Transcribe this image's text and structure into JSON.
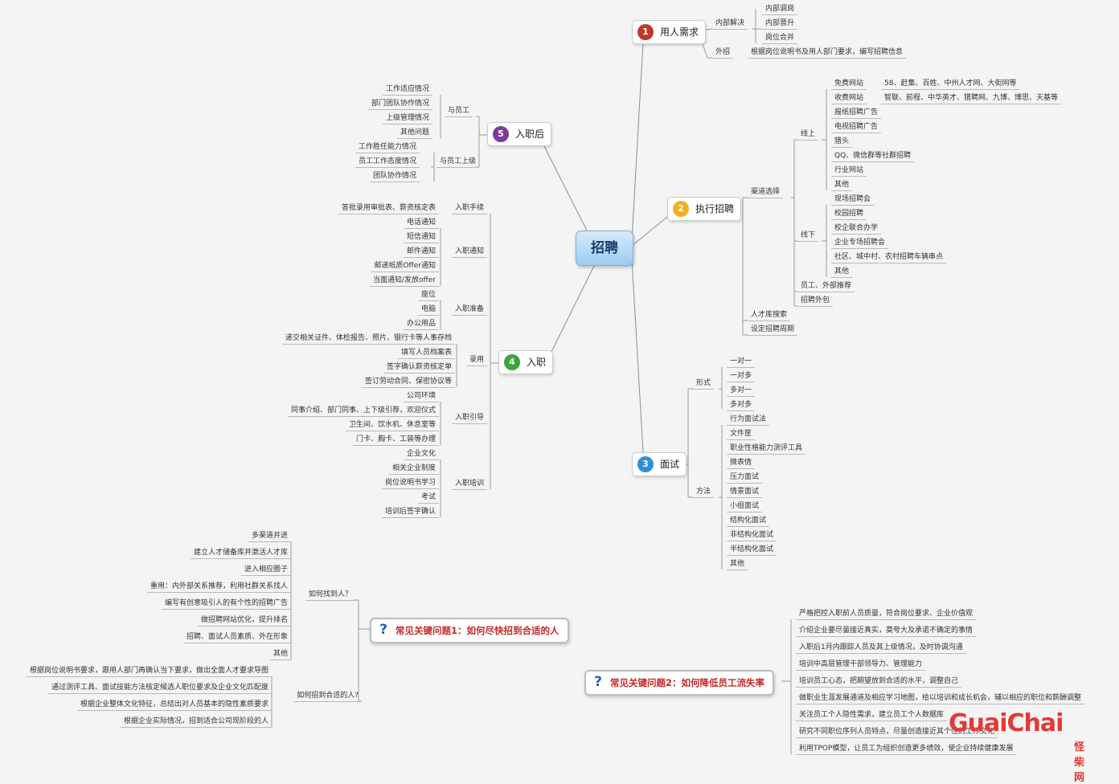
{
  "center": {
    "label": "招聘"
  },
  "branches": [
    {
      "num": "1",
      "label": "用人需求",
      "color": "#c0392b"
    },
    {
      "num": "2",
      "label": "执行招聘",
      "color": "#f2b01e"
    },
    {
      "num": "3",
      "label": "面试",
      "color": "#2f8ed6"
    },
    {
      "num": "4",
      "label": "入职",
      "color": "#3aa53a"
    },
    {
      "num": "5",
      "label": "入职后",
      "color": "#7b3b9e"
    }
  ],
  "need": {
    "internal": "内部解决",
    "internal_items": [
      "内部调岗",
      "内部晋升",
      "岗位合并"
    ],
    "external": "外招",
    "external_note": "根据岗位说明书及用人部门要求，编写招聘信息"
  },
  "execute": {
    "channel": "渠道选择",
    "online": "线上",
    "online_items": [
      {
        "label": "免费网站",
        "note": "58、赶集、百姓、中州人才网、大街网等"
      },
      {
        "label": "收费网站",
        "note": "智联、前程、中华英才、猎聘网、九博、博思、天基等"
      },
      {
        "label": "报纸招聘广告"
      },
      {
        "label": "电视招聘广告"
      },
      {
        "label": "猎头"
      },
      {
        "label": "QQ、微信群等社群招聘"
      },
      {
        "label": "行业网站"
      },
      {
        "label": "其他"
      }
    ],
    "offline": "线下",
    "offline_items": [
      "现场招聘会",
      "校园招聘",
      "校企联合办学",
      "企业专场招聘会",
      "社区、城中村、农村招聘车辆串点",
      "其他"
    ],
    "referral": "员工、外部推荐",
    "outsourcing": "招聘外包",
    "talent_search": "人才库搜索",
    "cycle": "设定招聘周期"
  },
  "interview": {
    "form": "形式",
    "form_items": [
      "一对一",
      "一对多",
      "多对一",
      "多对多"
    ],
    "method": "方法",
    "method_items": [
      "行为面试法",
      "文件筐",
      "职业性格能力测评工具",
      "微表情",
      "压力面试",
      "情景面试",
      "小组面试",
      "结构化面试",
      "非结构化面试",
      "半结构化面试",
      "其他"
    ]
  },
  "onboard": {
    "groups": [
      {
        "label": "入职手续",
        "items": [
          "答批录用审批表、薪资核定表"
        ]
      },
      {
        "label": "入职通知",
        "items": [
          "电话通知",
          "短信通知",
          "邮件通知",
          "邮递纸质Offer通知",
          "当面通知/发放offer"
        ]
      },
      {
        "label": "入职准备",
        "items": [
          "座位",
          "电脑",
          "办公用品"
        ]
      },
      {
        "label": "录用",
        "items": [
          "递交相关证件、体检报告、照片、银行卡等人事存档",
          "填写人员档案表",
          "签字确认薪资核定单",
          "签订劳动合同、保密协议等"
        ]
      },
      {
        "label": "入职引导",
        "items": [
          "公司环境",
          "同事介绍、部门同事、上下级引荐，欢迎仪式",
          "卫生间、饮水机、休息室等",
          "门卡、胸卡、工装等办理"
        ]
      },
      {
        "label": "入职培训",
        "items": [
          "企业文化",
          "相关企业制度",
          "岗位说明书学习",
          "考试",
          "培训后签字确认"
        ]
      }
    ]
  },
  "after": {
    "staff": "与员工",
    "staff_items": [
      "工作适应情况",
      "部门团队协作情况",
      "上级管理情况",
      "其他问题"
    ],
    "superior": "与员工上级",
    "superior_items": [
      "工作胜任能力情况",
      "员工工作态度情况",
      "团队协作情况"
    ]
  },
  "q1": {
    "title": "常见关键问题1：如何尽快招到合适的人",
    "how_find": "如何找到人？",
    "find_items": [
      "多渠道并进",
      "建立人才储备库并激活人才库",
      "进入相应圈子",
      "重用：内外部关系推荐，利用社群关系找人",
      "编写有创意吸引人的有个性的招聘广告",
      "做招聘网站优化，提升排名",
      "招聘、面试人员素质、外在形象",
      "其他"
    ],
    "how_fit": "如何招到合适的人?",
    "fit_items": [
      "根据岗位说明书要求，跟用人部门再确认当下要求，做出全面人才要求导图",
      "通过测评工具、面试技能方法核定候选人职位要求及企业文化匹配度",
      "根据企业整体文化特征，总结出对人员基本的隐性素质要求",
      "根据企业实际情况，招到适合公司现阶段的人"
    ]
  },
  "q2": {
    "title": "常见关键问题2：如何降低员工流失率",
    "items": [
      "严格把控入职前人员质量，符合岗位要求、企业价值观",
      "介绍企业要尽量接近真实，莫夸大及承诺不确定的事情",
      "入职后1月内跟踪人员及其上级情况，及时协调沟通",
      "培训中高层管理干部领导力、管理能力",
      "培训员工心态，把期望放到合适的水平，调整自己",
      "做职业生涯发展通道及相应学习地图，给以培训和成长机会，辅以相应的职位和薪酬调整",
      "关注员工个人隐性需求，建立员工个人数据库",
      "研究不同职位序列人员特点，尽量创造接近其个性的工作文化",
      "利用TPOP模型，让员工为组织创造更多绩效，使企业持续健康发展"
    ]
  },
  "watermark": {
    "en": "GuaiChai",
    "cn": "怪柴网"
  }
}
